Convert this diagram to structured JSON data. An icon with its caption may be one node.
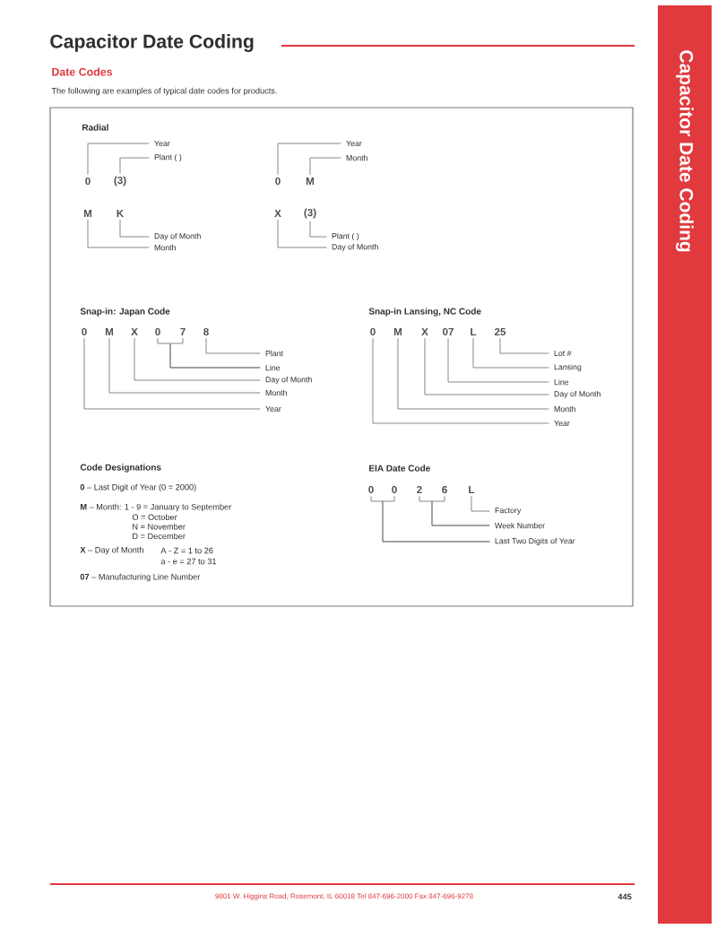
{
  "diagram": {
    "title": "Capacitor Date Coding",
    "nodes": [
      {
        "text": [
          "Year"
        ]
      },
      {
        "text": [
          "Plant ( )"
        ]
      },
      {
        "text": [
          "Year"
        ]
      },
      {
        "text": [
          "Month"
        ]
      },
      {
        "text": [
          "0"
        ]
      },
      {
        "text": [
          "(3)"
        ]
      },
      {
        "text": [
          "0"
        ]
      },
      {
        "text": [
          "M"
        ]
      },
      {
        "text": [
          "M"
        ]
      },
      {
        "text": [
          "K"
        ]
      },
      {
        "text": [
          "X"
        ]
      },
      {
        "text": [
          "(3)"
        ]
      },
      {
        "text": [
          "Day of Month"
        ]
      },
      {
        "text": [
          "Plant ( )"
        ]
      },
      {
        "text": [
          "Month"
        ]
      },
      {
        "text": [
          "Day of Month"
        ]
      },
      {
        "text": [
          "0"
        ]
      },
      {
        "text": [
          "M"
        ]
      },
      {
        "text": [
          "X"
        ]
      },
      {
        "text": [
          "0"
        ]
      },
      {
        "text": [
          "7"
        ]
      },
      {
        "text": [
          "8"
        ]
      },
      {
        "text": [
          "0"
        ]
      },
      {
        "text": [
          "M"
        ]
      },
      {
        "text": [
          "X"
        ]
      },
      {
        "text": [
          "07"
        ]
      },
      {
        "text": [
          "L"
        ]
      },
      {
        "text": [
          "25"
        ]
      },
      {
        "text": [
          "Plant"
        ]
      },
      {
        "text": [
          "Lot #"
        ]
      },
      {
        "text": [
          "Line"
        ]
      },
      {
        "text": [
          "Lansing"
        ]
      },
      {
        "text": [
          "Day of Month"
        ]
      },
      {
        "text": [
          "Line"
        ]
      },
      {
        "text": [
          "Month"
        ]
      },
      {
        "text": [
          "Day of Month"
        ]
      },
      {
        "text": [
          "Year"
        ]
      },
      {
        "text": [
          "Month"
        ]
      },
      {
        "text": [
          "Year"
        ]
      },
      {
        "text": [
          "0"
        ]
      },
      {
        "text": [
          "0"
        ]
      },
      {
        "text": [
          "2"
        ]
      },
      {
        "text": [
          "6"
        ]
      },
      {
        "text": [
          "L"
        ]
      },
      {
        "text": [
          "Factory"
        ]
      },
      {
        "text": [
          "Week Number"
        ]
      },
      {
        "text": [
          "Last Two Digits of Year"
        ]
      }
    ],
    "edges": [
      {
        "from": 4,
        "to": 0,
        "arrow": "none"
      },
      {
        "from": 5,
        "to": 1,
        "arrow": "none"
      },
      {
        "from": 6,
        "to": 2,
        "arrow": "none"
      },
      {
        "from": 7,
        "to": 3,
        "arrow": "none"
      },
      {
        "from": 9,
        "to": 12,
        "arrow": "none"
      },
      {
        "from": 8,
        "to": 14,
        "arrow": "none"
      },
      {
        "from": 11,
        "to": 13,
        "arrow": "none"
      },
      {
        "from": 10,
        "to": 15,
        "arrow": "none"
      },
      {
        "from": 16,
        "to": 36,
        "arrow": "none"
      },
      {
        "from": 17,
        "to": 34,
        "arrow": "none"
      },
      {
        "from": 18,
        "to": 32,
        "arrow": "none"
      },
      {
        "from": 19,
        "to": 30,
        "arrow": "none"
      },
      {
        "from": 20,
        "to": 30,
        "arrow": "none"
      },
      {
        "from": 21,
        "to": 28,
        "arrow": "none"
      },
      {
        "from": 22,
        "to": 38,
        "arrow": "none"
      },
      {
        "from": 23,
        "to": 37,
        "arrow": "none"
      },
      {
        "from": 24,
        "to": 35,
        "arrow": "none"
      },
      {
        "from": 25,
        "to": 33,
        "arrow": "none"
      },
      {
        "from": 26,
        "to": 31,
        "arrow": "none"
      },
      {
        "from": 27,
        "to": 29,
        "arrow": "none"
      },
      {
        "from": 39,
        "to": 46,
        "arrow": "none"
      },
      {
        "from": 40,
        "to": 46,
        "arrow": "none"
      },
      {
        "from": 41,
        "to": 45,
        "arrow": "none"
      },
      {
        "from": 42,
        "to": 45,
        "arrow": "none"
      },
      {
        "from": 43,
        "to": 44,
        "arrow": "none"
      }
    ],
    "labels": [
      "Date Codes",
      "The following are examples of typical date codes for products.",
      "Radial",
      "Snap-in: Japan Code",
      "Snap-in Lansing, NC Code",
      "Code Designations",
      "EIA Date Code",
      "**0** – Last Digit of Year (0 = 2000)",
      "**M** – Month: 1 - 9 = January to September",
      "O = October",
      "N = November",
      "D = December",
      "**X** – Day of Month",
      "A - Z = 1 to 26",
      "a - e = 27 to 31",
      "**07** – Manufacturing Line Number",
      "9801 W. Higgins Road, Rosemont, IL 60018 Tel 847-696-2000 Fax 847-696-9278",
      "445",
      "Capacitor Date Coding"
    ]
  }
}
